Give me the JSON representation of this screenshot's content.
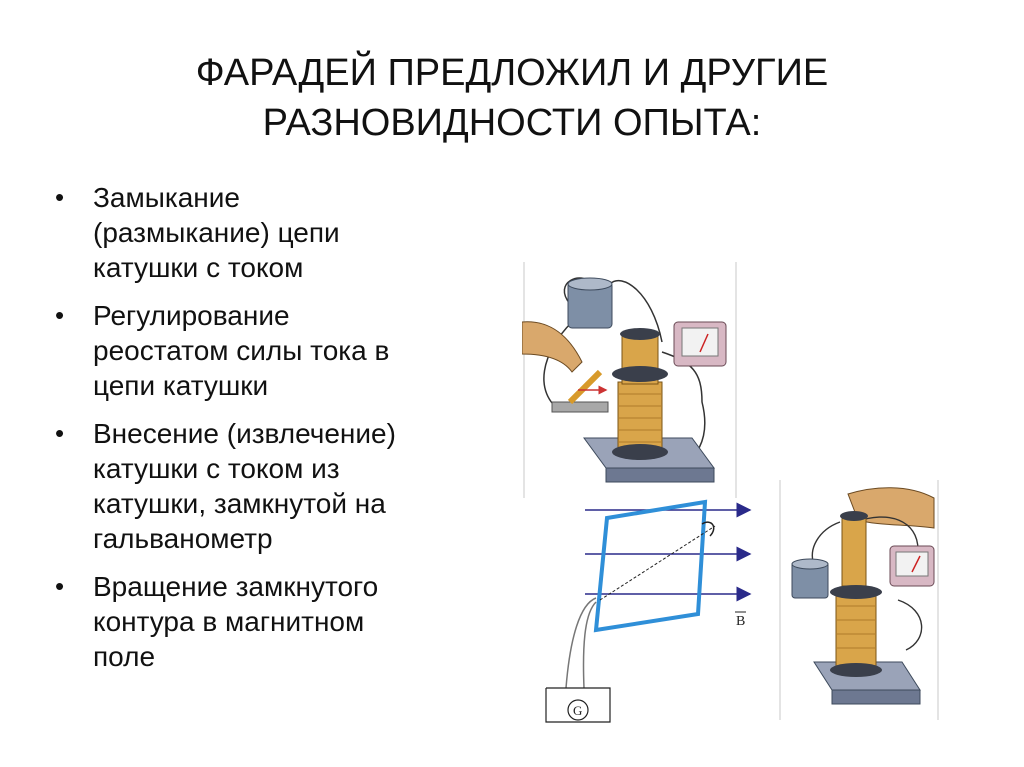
{
  "slide": {
    "title_line1": "ФАРАДЕЙ ПРЕДЛОЖИЛ И ДРУГИЕ",
    "title_line2": "РАЗНОВИДНОСТИ  ОПЫТА:",
    "bullets": [
      {
        "lines": [
          "Замыкание",
          "(размыкание) цепи",
          "катушки  с током"
        ]
      },
      {
        "lines": [
          "Регулирование",
          "реостатом  силы тока  в",
          "цепи катушки"
        ]
      },
      {
        "lines": [
          "Внесение (извлечение)",
          "катушки  с током из",
          "катушки, замкнутой на",
          "гальванометр"
        ]
      },
      {
        "lines": [
          "Вращение  замкнутого",
          "контура в магнитном",
          "поле"
        ]
      }
    ],
    "bullet_symbol": "•"
  },
  "diagram": {
    "field_label": "B",
    "galvanometer_label": "G"
  },
  "colors": {
    "loop": "#2f8fd8",
    "field_arrows": "#2a2a8a",
    "coil": "#d9a54a",
    "base": "#9aa3b8"
  }
}
